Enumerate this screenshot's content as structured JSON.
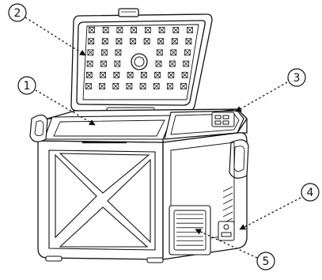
{
  "diagram": {
    "callouts": [
      {
        "id": "callout-1",
        "label": "①"
      },
      {
        "id": "callout-2",
        "label": "②"
      },
      {
        "id": "callout-3",
        "label": "③"
      },
      {
        "id": "callout-4",
        "label": "④"
      },
      {
        "id": "callout-5",
        "label": "⑤"
      }
    ]
  },
  "colors": {
    "line": "#111111",
    "fill": "#ffffff"
  }
}
